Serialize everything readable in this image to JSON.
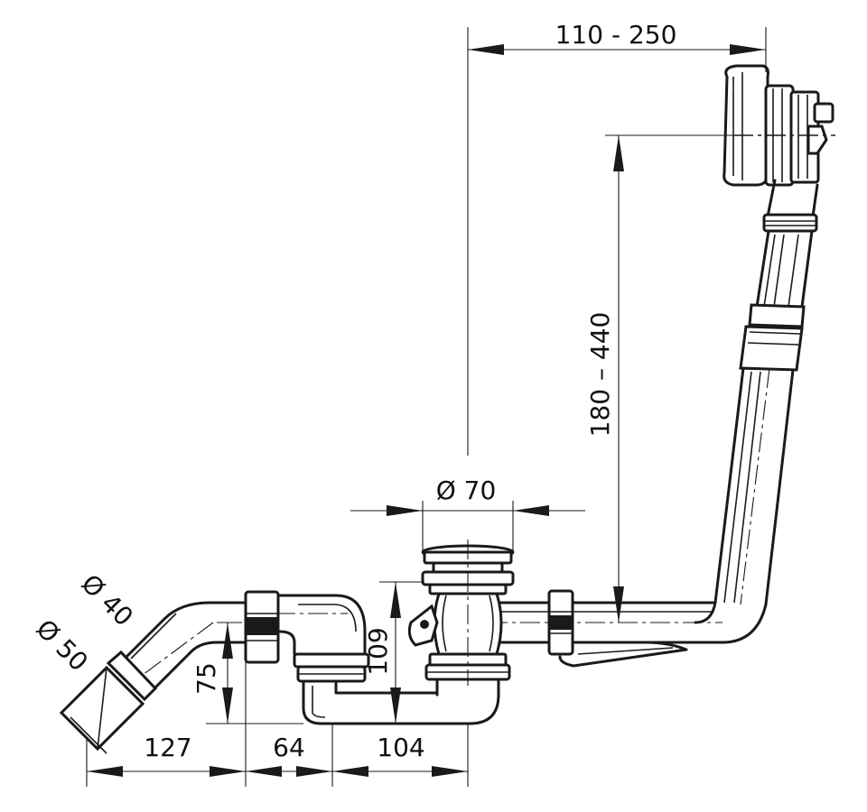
{
  "dimensions": {
    "overflow_adjust": "110 - 250",
    "height_adjust": "180 – 440",
    "outlet_diameter": "Ø 70",
    "pipe_diameter_inner": "Ø 40",
    "pipe_diameter_outer": "Ø 50",
    "offset_127": "127",
    "offset_64": "64",
    "offset_104": "104",
    "height_75": "75",
    "height_109": "109"
  },
  "colors": {
    "line": "#1a1a1a",
    "background": "#ffffff"
  }
}
